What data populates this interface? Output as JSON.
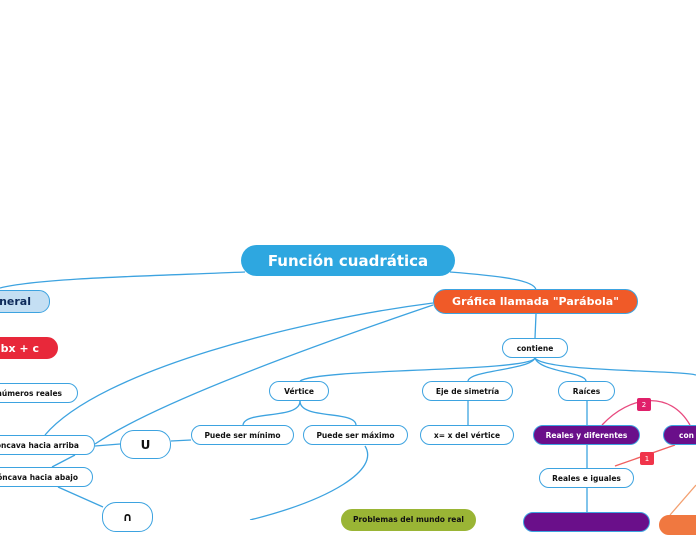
{
  "title": "Función cuadrática",
  "nodes": {
    "general": "eneral",
    "formula": "bx + c",
    "reales": "números reales",
    "arriba": "cóncava hacia arriba",
    "abajo": "cóncava hacia abajo",
    "u": "U",
    "n": "∩",
    "minimo": "Puede ser mínimo",
    "maximo": "Puede ser máximo",
    "vertice": "Vértice",
    "eje": "Eje de simetría",
    "xv": "x= x del vértice",
    "raices": "Raíces",
    "contiene": "contiene",
    "grafica": "Gráfica llamada \"Parábola\"",
    "diferentes": "Reales y diferentes",
    "con": "con",
    "iguales": "Reales e iguales",
    "problemas": "Problemas del mundo real"
  },
  "badges": [
    "2",
    "1"
  ],
  "colors": {
    "title": "#2ea7e0",
    "orange": "#f05a28",
    "purple": "#6a0f8a",
    "red": "#e8283a",
    "green": "#9ab535",
    "light": "#c4dff3",
    "connector": "#3da3e0"
  }
}
